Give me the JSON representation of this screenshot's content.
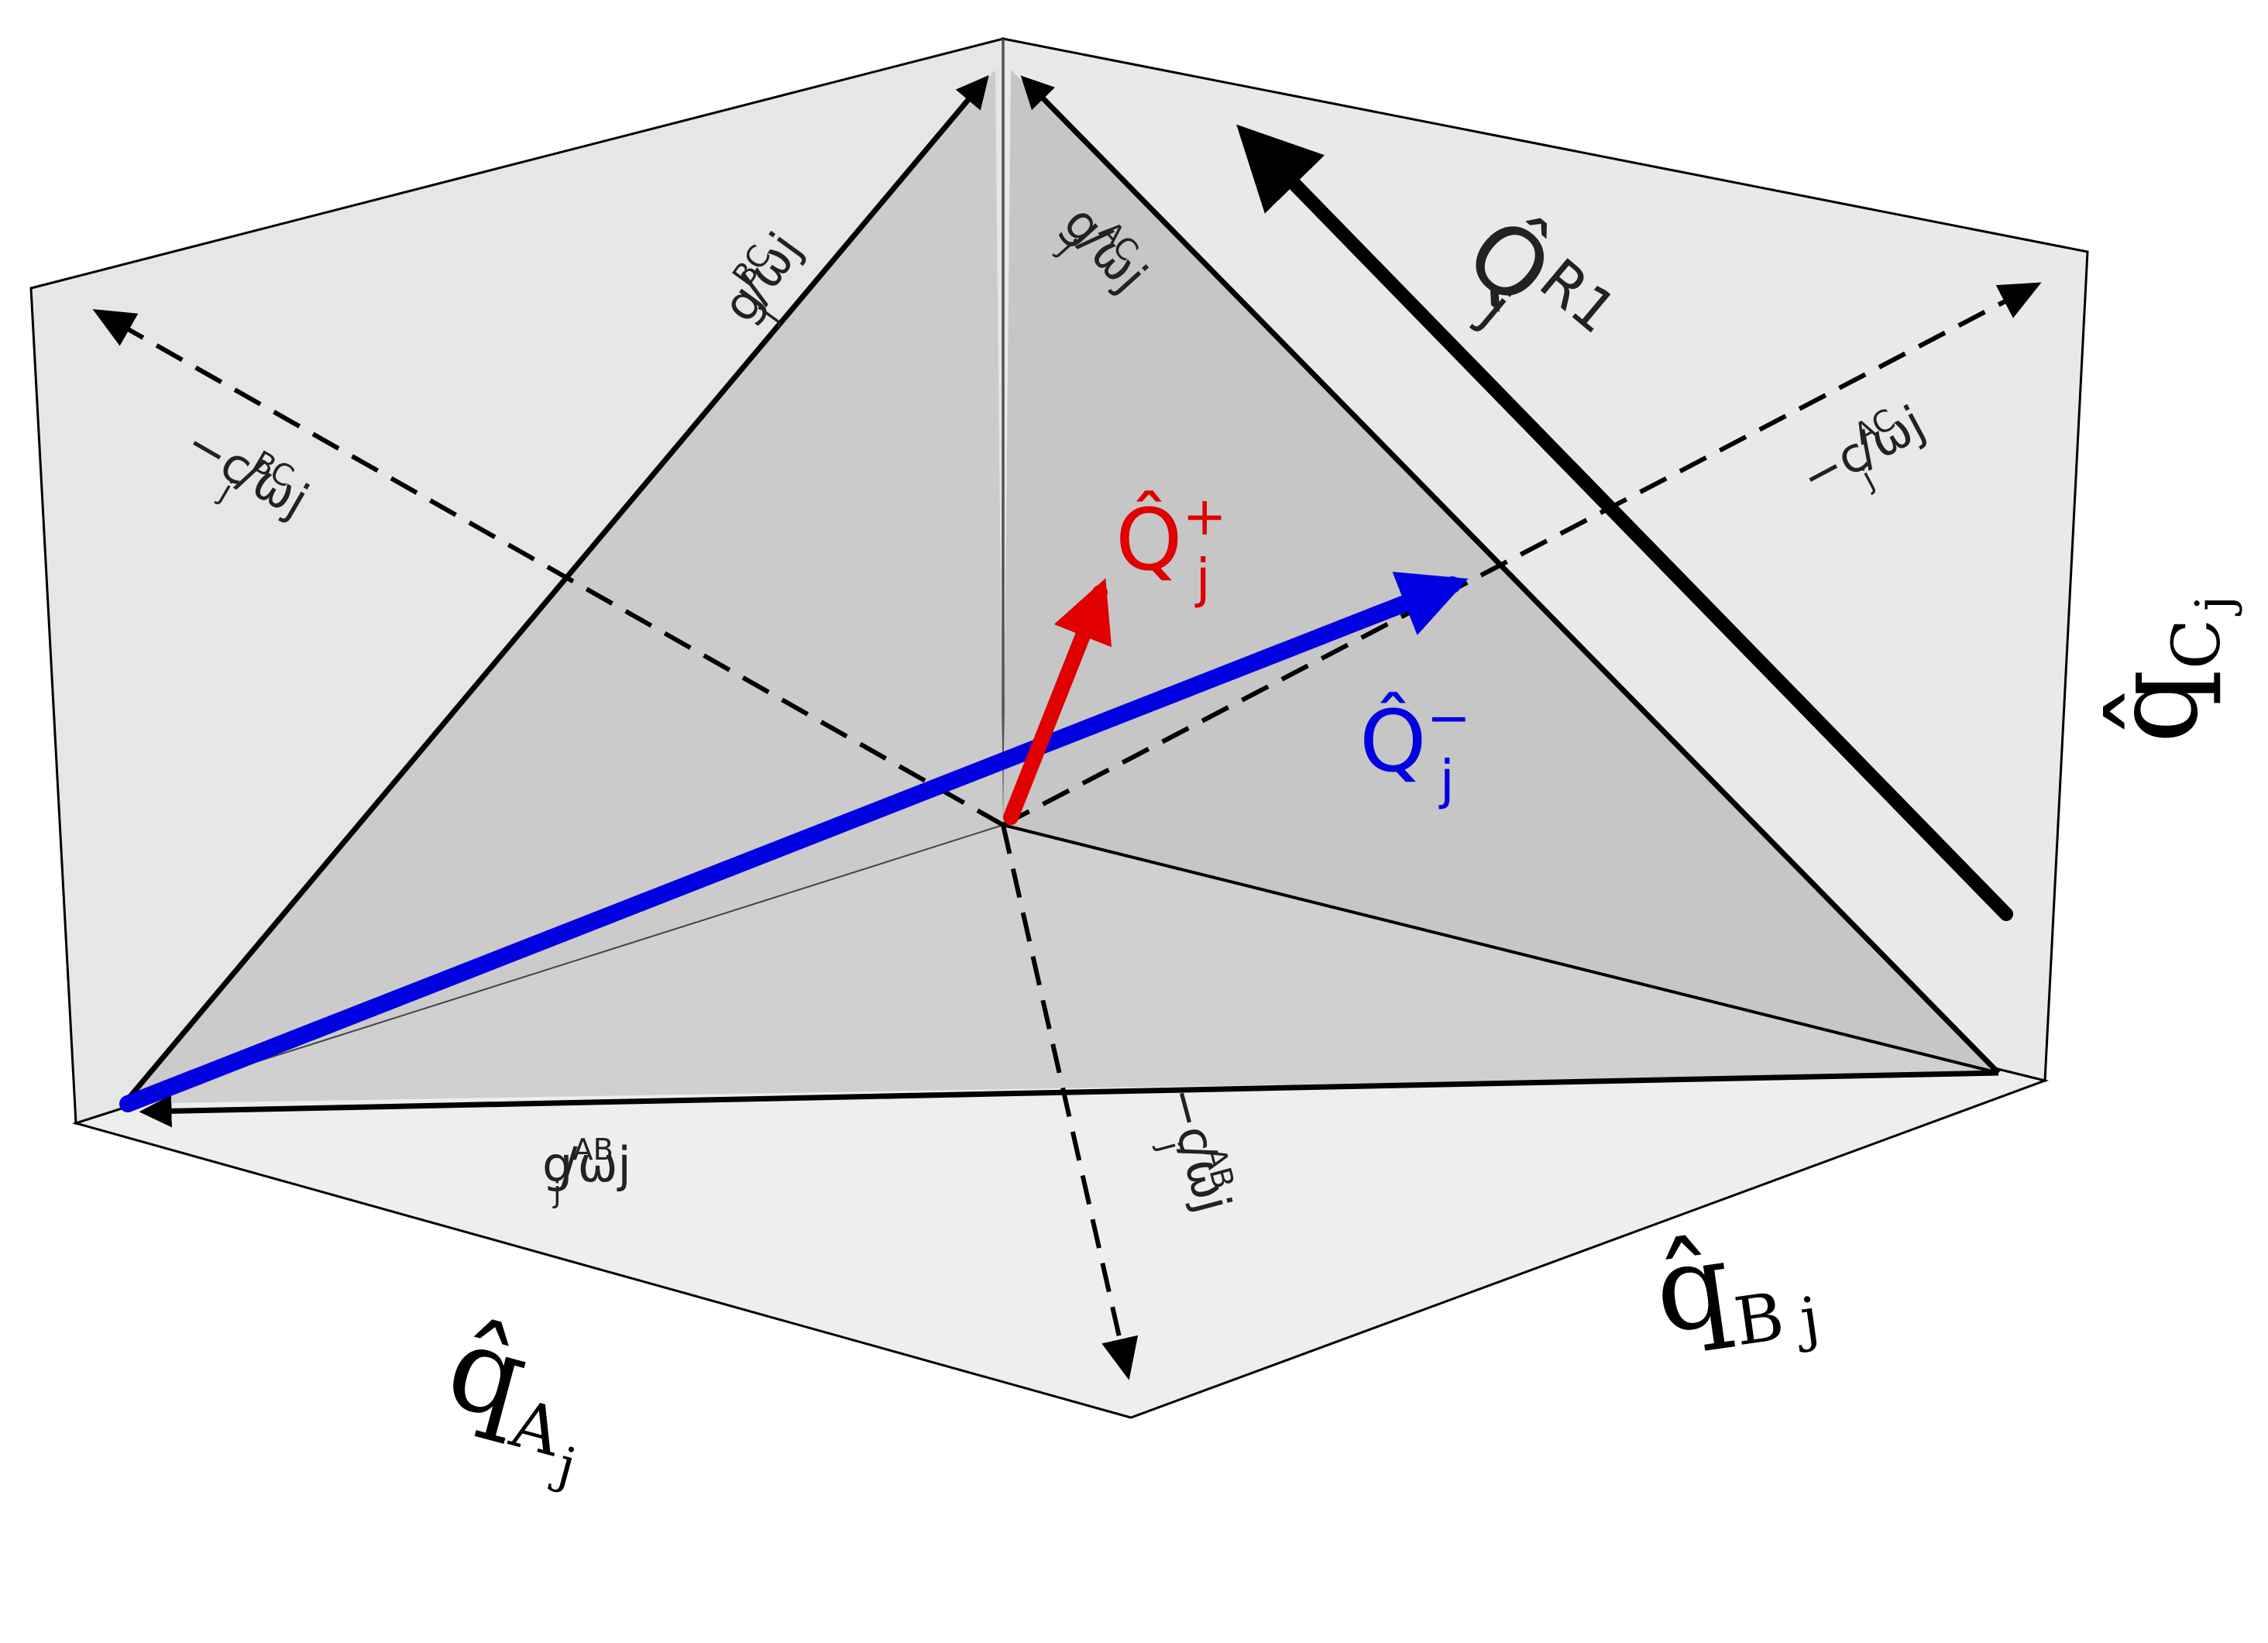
{
  "colors": {
    "background": "#ffffff",
    "face_light": "#e8e8e8",
    "face_inner": "#cccccc",
    "edge": "#000000",
    "q_minus": "#0000e0",
    "q_plus": "#e00000"
  },
  "axes": {
    "qA": {
      "base": "q̂",
      "sub": "A",
      "subsub": "j"
    },
    "qB": {
      "base": "q̂",
      "sub": "B",
      "subsub": "j"
    },
    "qC": {
      "base": "q̂",
      "sub": "C",
      "subsub": "j"
    }
  },
  "edge_labels": {
    "gAB": {
      "g": "g",
      "sup": "AB",
      "sub": "j",
      "rest": "/ωj"
    },
    "gBC": {
      "g": "g",
      "sup": "BC",
      "sub": "j",
      "rest": "/ωj"
    },
    "gAC": {
      "g": "g",
      "sup": "AC",
      "sub": "j",
      "rest": "/ωj"
    },
    "cAB": {
      "c": "−c",
      "sup": "AB",
      "sub": "j",
      "rest": "/ωj"
    },
    "cBC": {
      "c": "−c",
      "sup": "BC",
      "sub": "j",
      "rest": "/ωj"
    },
    "cAC": {
      "c": "−c",
      "sup": "AC",
      "sub": "j",
      "rest": "/ωj"
    }
  },
  "vector_labels": {
    "QR1": {
      "base": "Q̂",
      "sup": "R1",
      "sub": "j"
    },
    "Qplus": {
      "base": "Q̂",
      "sup": "+",
      "sub": "j"
    },
    "Qminus": {
      "base": "Q̂",
      "sup": "−",
      "sub": "j"
    }
  }
}
